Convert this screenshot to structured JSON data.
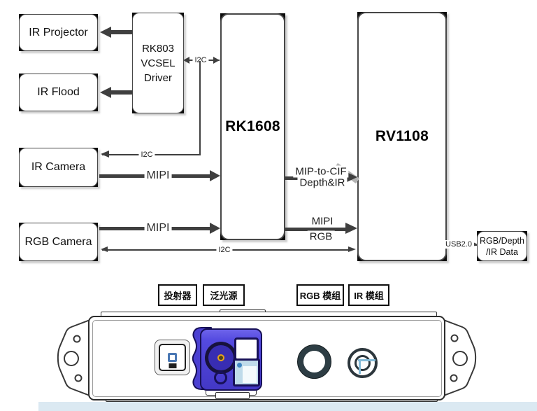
{
  "diagram": {
    "boxes": {
      "ir_projector": "IR Projector",
      "ir_flood": "IR Flood",
      "ir_camera": "IR Camera",
      "rgb_camera": "RGB Camera",
      "rk803_lines": [
        "RK803",
        "VCSEL",
        "Driver"
      ],
      "rk1608": "RK1608",
      "rv1108": "RV1108",
      "output_lines": [
        "RGB/Depth",
        "/IR Data"
      ]
    },
    "connections": {
      "i2c_rk803": "I2C",
      "i2c_ir_camera": "I2C",
      "mipi_ir": "MIPI",
      "mipi_rgb": "MIPI",
      "i2c_rv1108": "I2C",
      "mip_to_cif": [
        "MIP-to-CIF",
        "Depth&IR"
      ],
      "mipi_out": [
        "MIPI",
        "RGB"
      ],
      "usb": "USB2.0"
    }
  },
  "device": {
    "callouts": [
      "投射器",
      "泛光源",
      "RGB 模组",
      "IR 模组"
    ]
  },
  "colors": {
    "line": "#3f3f3f",
    "module_blue": "#4b40d2",
    "module_blue_dark": "#171057",
    "lens_orange": "#e6a11c",
    "light_blue_panel": "#bfdbea",
    "crosshair_blue": "#85bcd9",
    "table_band": "#dbe9f2"
  }
}
